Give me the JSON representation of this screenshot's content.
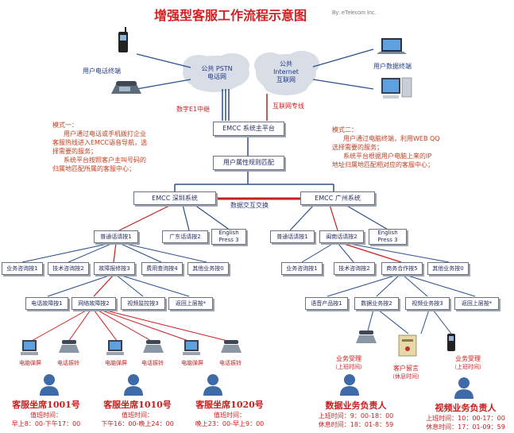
{
  "title": "增强型客服工作流程示意图",
  "byline": "By: eTelecom Inc.",
  "terminals": {
    "phone_label": "用户电话终端",
    "data_label": "用户数据终端"
  },
  "clouds": {
    "pstn": "公共 PSTN\n电话网",
    "internet": "公共\nInternet\n互联网"
  },
  "links": {
    "e1": "数字E1中继",
    "internet_line": "互联网专线",
    "exchange": "数据交互交换"
  },
  "platform": {
    "main": "EMCC 系统主平台",
    "matching": "用户属性规则匹配",
    "shenzhen": "EMCC 深圳系统",
    "guangzhou": "EMCC 广州系统"
  },
  "mode1": {
    "title": "模式一：",
    "line1": "用户通过电话或手机拨打企业",
    "line2": "客服热线进入EMCC语音导航，选",
    "line3": "择需要的服务；",
    "line4": "系统平台按照客户主叫号码的",
    "line5": "归属地匹配所属的客服中心；"
  },
  "mode2": {
    "title": "模式二：",
    "line1": "用户通过电脑终端，利用WEB QQ",
    "line2": "选择需要的服务；",
    "line3": "系统平台根据用户电脑上来的IP",
    "line4": "地址归属地匹配相对应的客服中心；"
  },
  "sz_menu": {
    "a": "普通话请按1",
    "b": "广东话请按2",
    "c": "English\nPress 3"
  },
  "gz_menu": {
    "a": "普通话请按1",
    "b": "闽南话请按2",
    "c": "English\nPress 3"
  },
  "sz_services": [
    "业务咨询按1",
    "技术咨询按2",
    "故障报修按3",
    "费用查询按4",
    "其他业务按0"
  ],
  "gz_services": [
    "业务咨询按1",
    "技术咨询按2",
    "商务合作按5",
    "其他业务按0"
  ],
  "sz_fault": [
    "电话故障按1",
    "网络故障按2",
    "视频监控按3",
    "返回上层按*"
  ],
  "gz_coop": [
    "语音产品按1",
    "数据业务按2",
    "视频业务按3",
    "返回上层按*"
  ],
  "devices": {
    "pc_popup": "电脑弹屏",
    "phone_ring": "电话振铃"
  },
  "seats": [
    {
      "name": "客服坐席1001号",
      "duty": "值班时间：",
      "hours": "早上8：00-下午17：00"
    },
    {
      "name": "客服坐席1010号",
      "duty": "值班时间：",
      "hours": "下午16：00-晚上24：00"
    },
    {
      "name": "客服坐席1020号",
      "duty": "值班时间：",
      "hours": "晚上23：00-早上9：00"
    }
  ],
  "gz_staff": {
    "accept1": "业务受理",
    "accept1_time": "（上班时间）",
    "message": "客户留言",
    "message_time": "（休息时间）",
    "accept2": "业务受理",
    "accept2_time": "（上班时间）",
    "data_owner": "数据业务负责人",
    "data_work": "上班时间：9：00-18：00",
    "data_rest": "休息时间：18：01-8：59",
    "video_owner": "视频业务负责人",
    "video_work": "上班时间：10：00-17：00",
    "video_rest": "休息时间：17：01-09：59"
  },
  "colors": {
    "title": "#d42020",
    "blue_line": "#2b4f8f",
    "red_line": "#c81e1e",
    "cloud": "#d8dde6",
    "person": "#3f6aa8"
  }
}
